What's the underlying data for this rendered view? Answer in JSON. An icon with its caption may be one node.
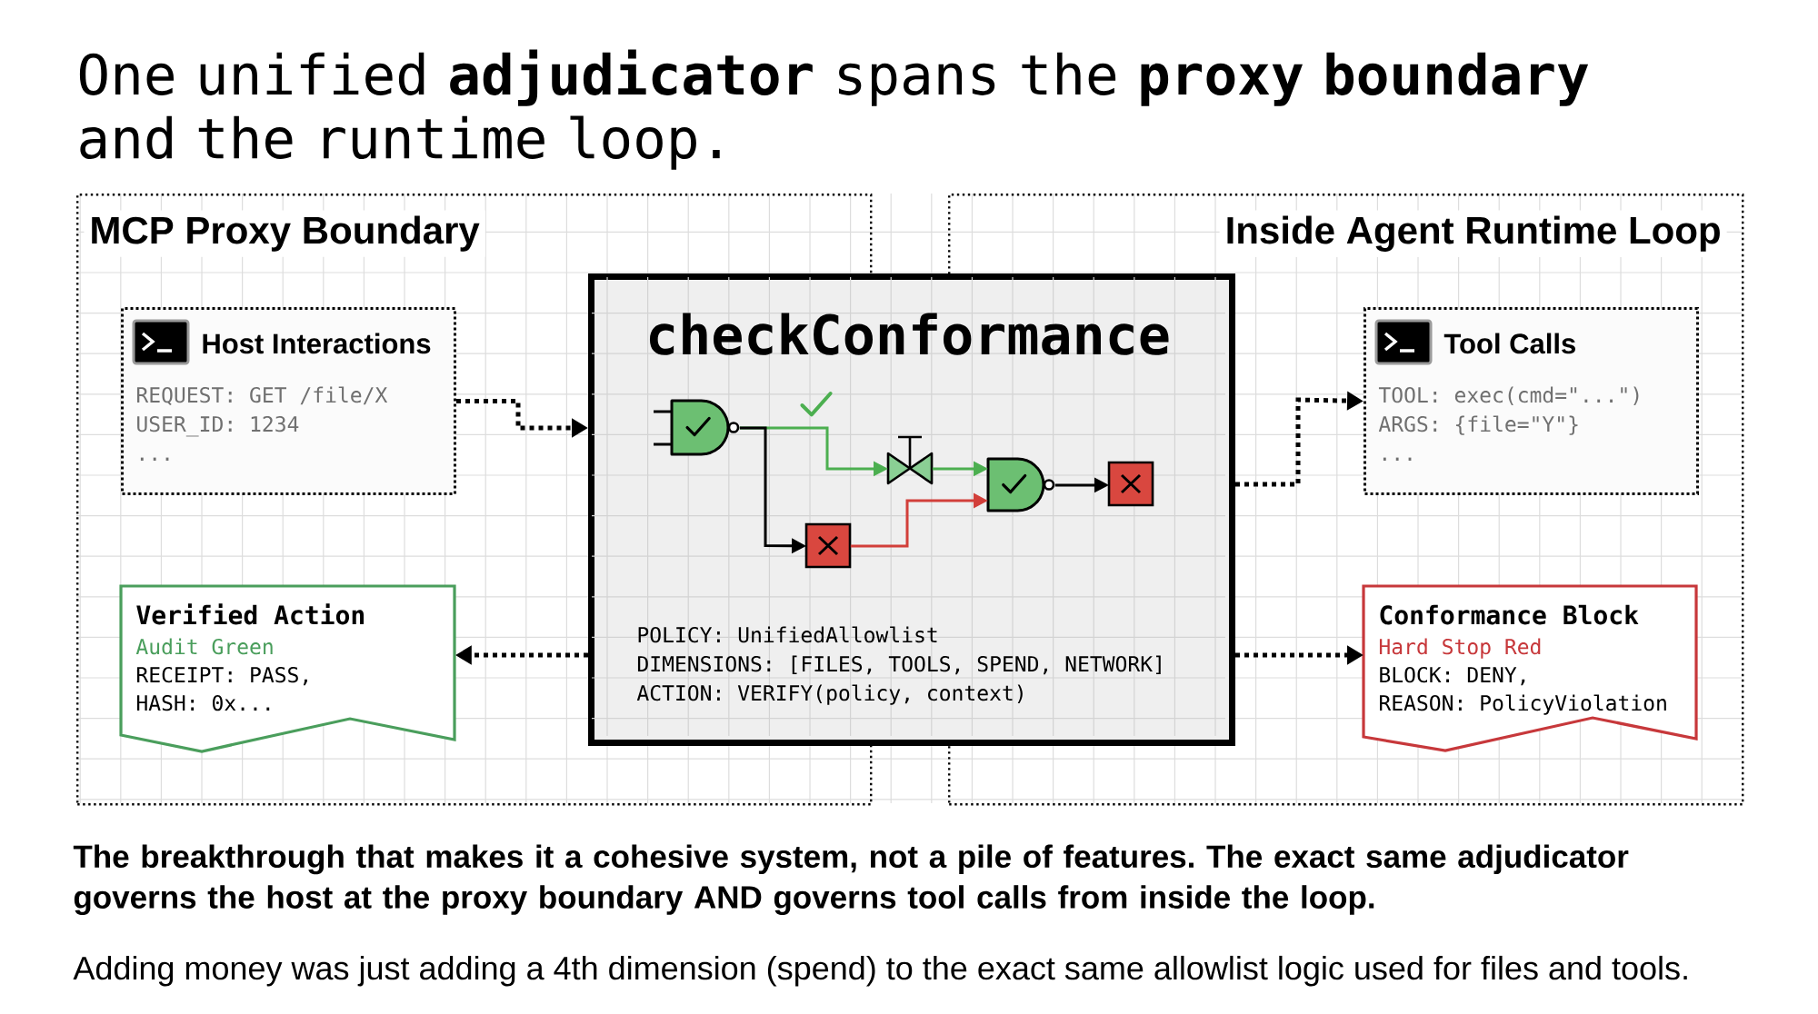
{
  "diagram": {
    "title": "One unified **adjudicator** spans the **proxy boundary** and the runtime loop.",
    "caption": "The breakthrough that makes it a cohesive system, not a pile of features. The exact same adjudicator governs the host at the proxy boundary AND governs tool calls from inside the loop.",
    "nodes": [
      {
        "text": [
          "MCP Proxy Boundary"
        ]
      },
      {
        "text": [
          "Host Interactions",
          "REQUEST: GET /file/X",
          "USER_ID: 1234",
          "..."
        ],
        "in": 0
      },
      {
        "text": [
          "Verified Action",
          "Audit Green",
          "RECEIPT: PASS,",
          "HASH: 0x..."
        ],
        "in": 0
      },
      {
        "text": [
          "checkConformance",
          "POLICY: UnifiedAllowlist",
          "DIMENSIONS: [FILES, TOOLS, SPEND, NETWORK]",
          "ACTION: VERIFY(policy, context)"
        ]
      },
      {
        "text": [
          "Inside Agent Runtime Loop"
        ]
      },
      {
        "text": [
          "Tool Calls",
          "TOOL: exec(cmd=\"...\")",
          "ARGS: {file=\"Y\"}",
          "..."
        ],
        "in": 4
      },
      {
        "text": [
          "Conformance Block",
          "Hard Stop Red",
          "BLOCK: DENY,",
          "REASON: PolicyViolation"
        ],
        "in": 4
      },
      {
        "text": [],
        "shape": "gate"
      },
      {
        "text": [],
        "shape": "box"
      },
      {
        "text": [],
        "shape": "valve",
        "in": 3
      },
      {
        "text": [],
        "shape": "gate"
      },
      {
        "text": [],
        "shape": "box"
      }
    ],
    "edges": [
      {
        "from": 1,
        "to": 3,
        "arrow": "to",
        "style": "dashed"
      },
      {
        "from": 3,
        "to": 2,
        "arrow": "to",
        "style": "dashed"
      },
      {
        "from": 3,
        "to": 5,
        "arrow": "to",
        "style": "dashed"
      },
      {
        "from": 3,
        "to": 6,
        "arrow": "to",
        "style": "dashed"
      },
      {
        "from": 7,
        "to": 9,
        "arrow": "to",
        "color": "#4caf50"
      },
      {
        "from": 7,
        "to": 8,
        "arrow": "to"
      },
      {
        "from": 9,
        "to": 10,
        "arrow": "to",
        "color": "#4caf50"
      },
      {
        "from": 8,
        "to": 10,
        "arrow": "to",
        "color": "#d23f3a"
      },
      {
        "from": 10,
        "to": 11,
        "arrow": "to"
      }
    ],
    "labels": [
      "Adding money was just adding a 4th dimension (spend) to the exact same allowlist logic used for files and tools."
    ]
  }
}
